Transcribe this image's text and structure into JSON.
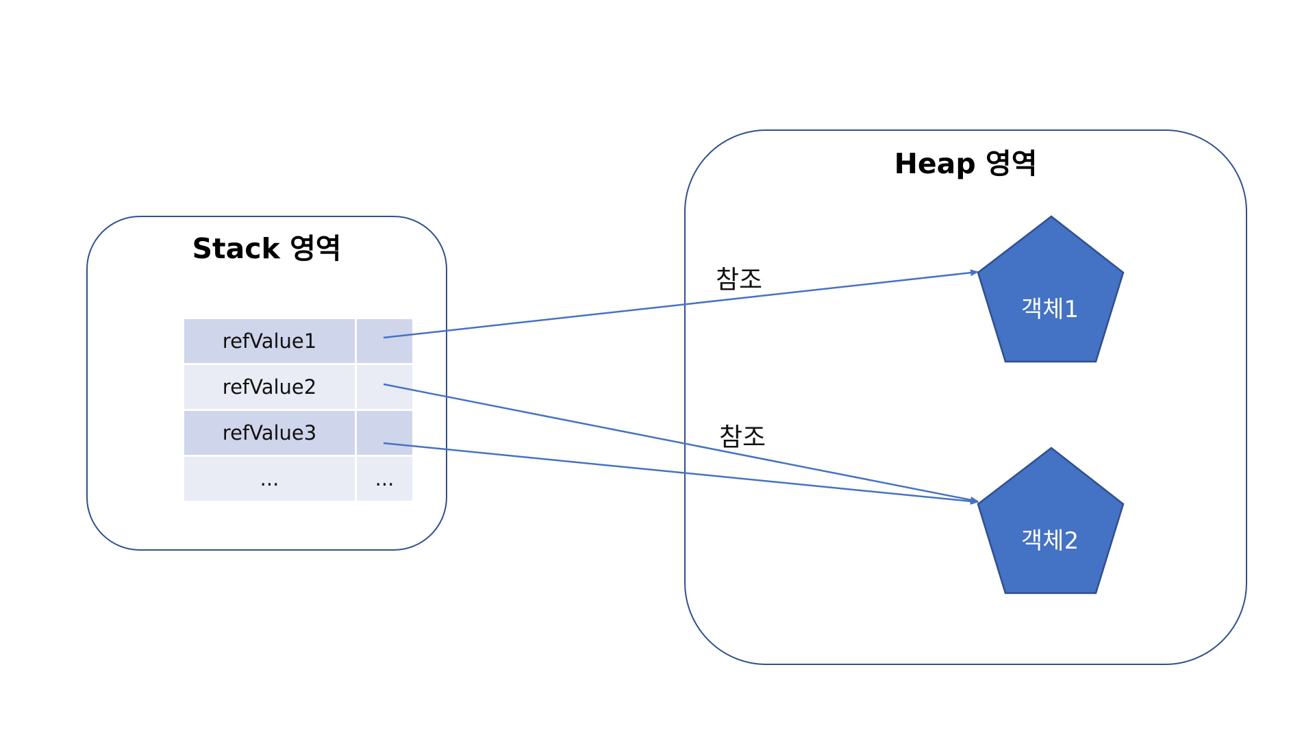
{
  "stack": {
    "title": "Stack 영역",
    "rows": [
      {
        "name": "refValue1",
        "value": ""
      },
      {
        "name": "refValue2",
        "value": ""
      },
      {
        "name": "refValue3",
        "value": ""
      },
      {
        "name": "...",
        "value": "..."
      }
    ]
  },
  "heap": {
    "title": "Heap 영역",
    "objects": [
      {
        "label": "객체1"
      },
      {
        "label": "객체2"
      }
    ]
  },
  "references": [
    {
      "from": "refValue1",
      "to": "객체1",
      "label": "참조"
    },
    {
      "from": "refValue2",
      "to": "객체2",
      "label": "참조"
    },
    {
      "from": "refValue3",
      "to": "객체2",
      "label": ""
    }
  ],
  "colors": {
    "border": "#2f4f8f",
    "arrow": "#4472c4",
    "object_fill": "#4472c4",
    "object_stroke": "#2f4f8f",
    "row_dark": "#cfd5ea",
    "row_light": "#e9ebf5"
  }
}
